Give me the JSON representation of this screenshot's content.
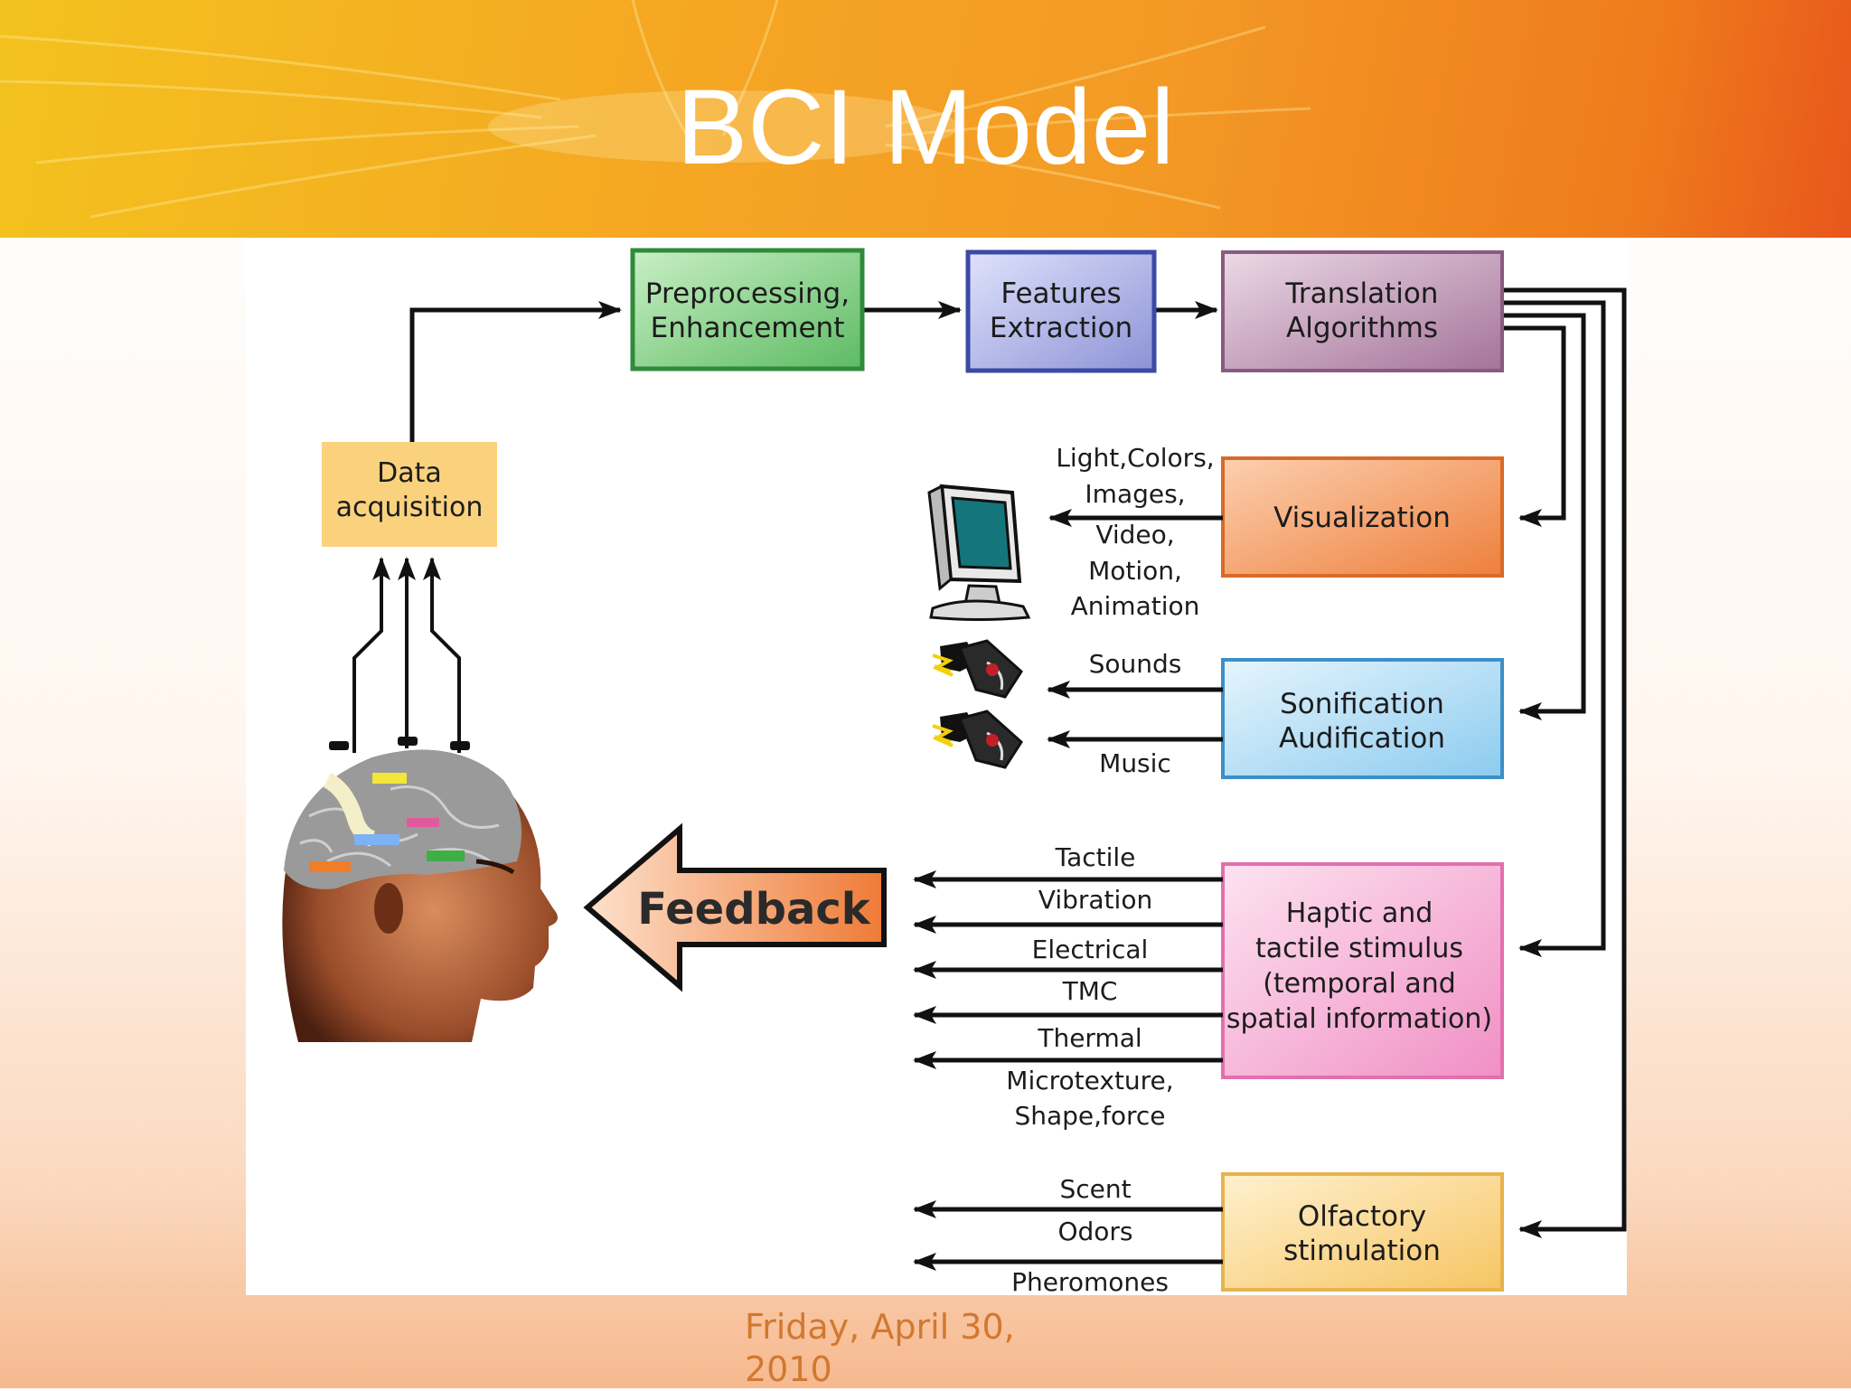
{
  "slide": {
    "title": "BCI Model",
    "date": "Friday, April 30, 2010"
  },
  "diagram": {
    "pipeline": {
      "data_acquisition": [
        "Data",
        "acquisition"
      ],
      "preprocessing": [
        "Preprocessing,",
        "Enhancement"
      ],
      "features": [
        "Features",
        "Extraction"
      ],
      "translation": [
        "Translation",
        "Algorithms"
      ]
    },
    "outputs": {
      "visualization": {
        "label": "Visualization",
        "items": [
          "Light,Colors,",
          "Images,",
          "Video,",
          "Motion,",
          "Animation"
        ]
      },
      "sonification": {
        "label": [
          "Sonification",
          "Audification"
        ],
        "items": [
          "Sounds",
          "Music"
        ]
      },
      "haptic": {
        "label": [
          "Haptic and",
          "tactile stimulus",
          "(temporal and",
          "spatial information)"
        ],
        "items": [
          "Tactile",
          "Vibration",
          "Electrical",
          "TMC",
          "Thermal",
          "Microtexture,",
          "Shape,force"
        ]
      },
      "olfactory": {
        "label": [
          "Olfactory",
          "stimulation"
        ],
        "items": [
          "Scent",
          "Odors",
          "Pheromones"
        ]
      }
    },
    "feedback": "Feedback",
    "colors": {
      "preprocessing": "#79c97a",
      "features": "#9aa0dc",
      "translation": "#b58aa8",
      "visualization": "#f29454",
      "sonification": "#a8d6f0",
      "haptic": "#f4a6cf",
      "olfactory": "#f7d487",
      "data_acquisition": "#fad27e",
      "feedback": "#f07e3e"
    }
  }
}
